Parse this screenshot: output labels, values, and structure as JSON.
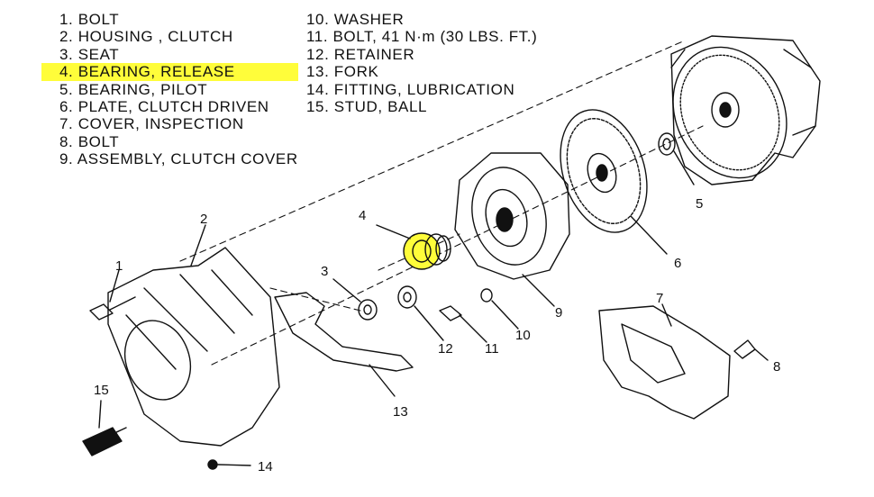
{
  "legend_left": [
    "1. BOLT",
    "2. HOUSING , CLUTCH",
    "3. SEAT",
    "4. BEARING, RELEASE",
    "5. BEARING, PILOT",
    "6. PLATE, CLUTCH DRIVEN",
    "7. COVER, INSPECTION",
    "8. BOLT",
    "9. ASSEMBLY, CLUTCH COVER"
  ],
  "legend_right": [
    "10. WASHER",
    "11. BOLT, 41 N·m (30 LBS. FT.)",
    "12. RETAINER",
    "13. FORK",
    "14. FITTING, LUBRICATION",
    "15. STUD, BALL"
  ],
  "highlighted_item": "4. BEARING, RELEASE",
  "callouts": {
    "c1": "1",
    "c2": "2",
    "c3": "3",
    "c4": "4",
    "c5": "5",
    "c6": "6",
    "c7": "7",
    "c8": "8",
    "c9": "9",
    "c10": "10",
    "c11": "11",
    "c12": "12",
    "c13": "13",
    "c14": "14",
    "c15": "15"
  },
  "colors": {
    "highlight": "#fffd3a",
    "line": "#111111",
    "background": "#ffffff"
  }
}
